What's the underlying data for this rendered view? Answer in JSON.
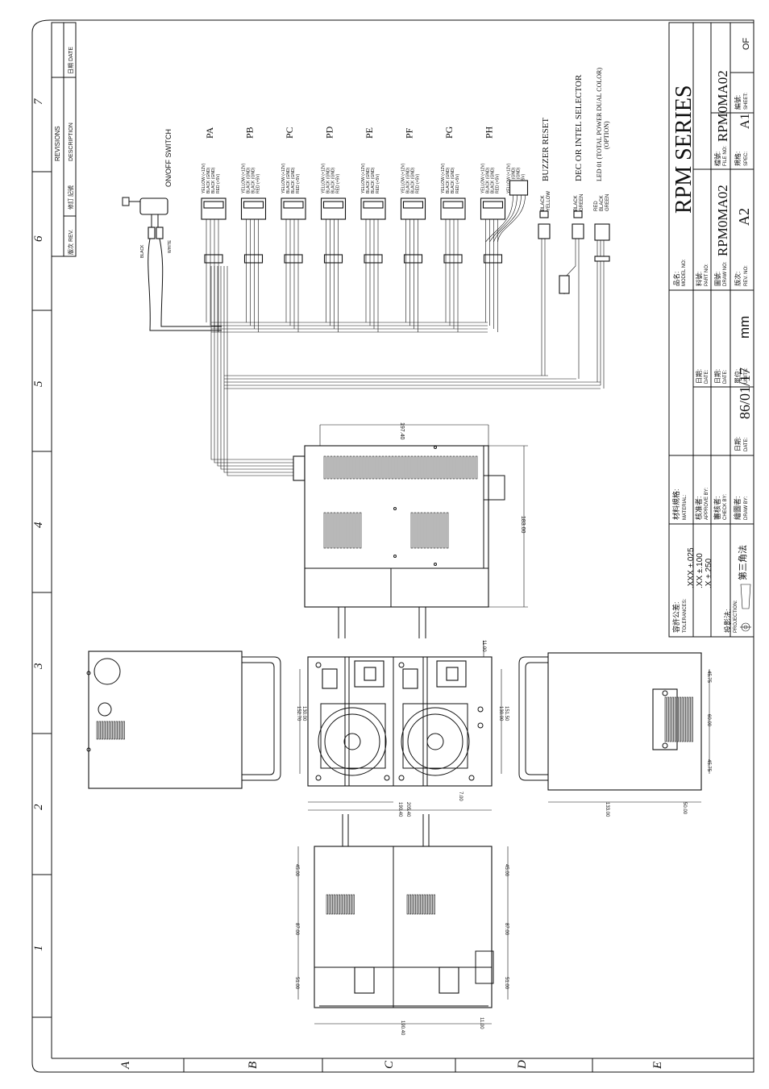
{
  "title_block": {
    "series_title": "RPM SERIES",
    "model_label": "品名:",
    "model_label_en": "MODEL NO:",
    "part_label": "料號:",
    "part_label_en": "PART NO:",
    "draw_no_label": "圖號:",
    "draw_no_label_en": "DRAW NO:",
    "draw_no": "RPM0MA02",
    "file_no_label": "檔號:",
    "file_no_label_en": "FILE NO:",
    "file_no": "RPM0MA02",
    "rev_label": "版次:",
    "rev_label_en": "REV. NO:",
    "rev": "A2",
    "spec_label": "規格:",
    "spec_label_en": "SPEC:",
    "spec": "A1",
    "sheet_label": "編號:",
    "sheet_label_en": "SHEET:",
    "sheet": "OF",
    "units_label": "單位:",
    "units_label_en": "UNITS:",
    "units": "mm",
    "date_label": "日期:",
    "date_label_en": "DATE:",
    "date": "86/01/17",
    "material_label": "材料規格:",
    "material_label_en": "MATERIAL:",
    "approve_label": "核准者:",
    "approve_label_en": "APPROVE BY:",
    "check_label": "審核者:",
    "check_label_en": "CHECK BY:",
    "draw_by_label": "繪圖者:",
    "draw_by_label_en": "DRAW BY:",
    "tolerance_label": "容許公差:",
    "tolerance_label_en": "TOLERANCES:",
    "tol_xxx": ".XXX  ±.025",
    "tol_xx": ".XX   ±.100",
    "tol_x": ".X    ±.250",
    "projection_label": "投影法:",
    "projection_label_en": "PROJECTION:",
    "projection": "第三角法"
  },
  "revisions": {
    "header": "REVISIONS",
    "rev_col": "版次 REV.",
    "desc_col_cn": "修訂 記號",
    "desc_col": "DESCRIPTION",
    "date_col": "日期 DATE"
  },
  "grid": {
    "columns": [
      "7",
      "6",
      "5",
      "4",
      "3",
      "2",
      "1"
    ],
    "rows": [
      "A",
      "B",
      "C",
      "D",
      "E"
    ]
  },
  "connectors": [
    {
      "label": "PA",
      "wires": [
        "YELLOW (+12V)",
        "BLACK (GND)",
        "BLACK (GND)",
        "RED (+5V)"
      ]
    },
    {
      "label": "PB",
      "wires": [
        "YELLOW (+12V)",
        "BLACK (GND)",
        "BLACK (GND)",
        "RED (+5V)"
      ]
    },
    {
      "label": "PC",
      "wires": [
        "YELLOW (+12V)",
        "BLACK (GND)",
        "BLACK (GND)",
        "RED (+5V)"
      ]
    },
    {
      "label": "PD",
      "wires": [
        "YELLOW (+12V)",
        "BLACK (GND)",
        "BLACK (GND)",
        "RED (+5V)"
      ]
    },
    {
      "label": "PE",
      "wires": [
        "YELLOW (+12V)",
        "BLACK (GND)",
        "BLACK (GND)",
        "RED (+5V)"
      ]
    },
    {
      "label": "PF",
      "wires": [
        "YELLOW (+12V)",
        "BLACK (GND)",
        "BLACK (GND)",
        "RED (+5V)"
      ]
    },
    {
      "label": "PG",
      "wires": [
        "YELLOW (+12V)",
        "BLACK (GND)",
        "BLACK (GND)",
        "RED (+5V)"
      ]
    },
    {
      "label": "PH",
      "wires": [
        "YELLOW (+12V)",
        "BLACK (GND)",
        "BLACK (GND)",
        "RED (+5V)"
      ]
    }
  ],
  "ph_extra_wires": [
    "YELLOW (+12V)",
    "BLACK (GND)",
    "BLACK (GND)",
    "RED (+5V)"
  ],
  "switch": {
    "label": "ON/OFF SWITCH",
    "wire_black": "BLACK",
    "wire_white": "WHITE"
  },
  "buzzer": {
    "label": "BUZZER RESET",
    "wires": [
      "BLACK",
      "YELLOW"
    ]
  },
  "selector": {
    "label": "DEC OR INTEL SELECTOR",
    "wires": [
      "BLACK",
      "GREEN"
    ]
  },
  "led": {
    "label": "LED 01 (TOTAL POWER DUAL COLOR)",
    "option": "(OPTION)",
    "wires": [
      "RED",
      "BLACK",
      "GREEN"
    ]
  },
  "dimensions": {
    "d197": "197.40",
    "d183": "183.00",
    "d11a": "11.00",
    "d152": "152.70",
    "d130a": "130.00",
    "d130b": "130.00",
    "d151": "151.50",
    "d7": "7.00",
    "d190a": "190.40",
    "d205": "205.40",
    "d45a": "45.75",
    "d60": "60.00",
    "d45b": "45.75",
    "d133": "133.00",
    "d50": "50.00",
    "d45c": "45.00",
    "d87a": "87.00",
    "d51a": "51.00",
    "d45d": "45.00",
    "d87b": "87.00",
    "d51b": "51.00",
    "d190b": "190.40",
    "d11b": "11.00"
  }
}
